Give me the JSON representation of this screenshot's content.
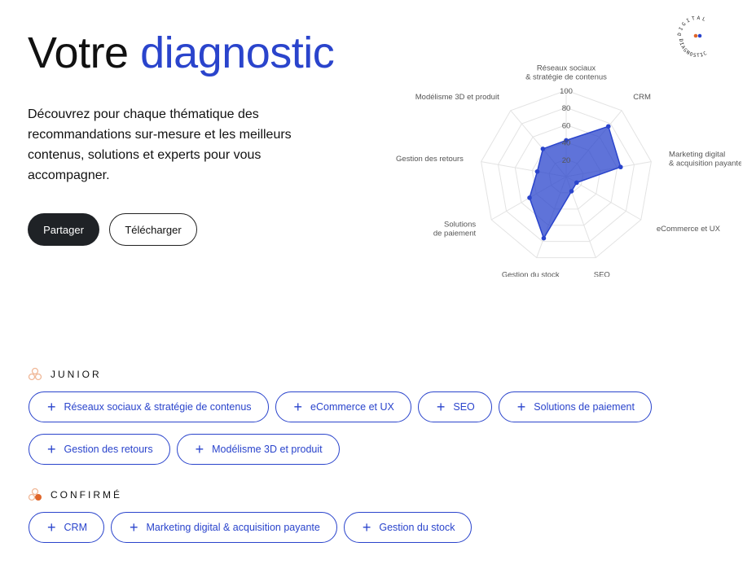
{
  "header": {
    "title_plain": "Votre ",
    "title_accent": "diagnostic",
    "intro": "Découvrez pour chaque thématique des recommandations sur-mesure et les meilleurs contenus, solutions et experts pour vous accompagner.",
    "share_label": "Partager",
    "download_label": "Télécharger"
  },
  "logo": {
    "text_top": "DIGITAL",
    "text_bottom": "DIAGNOSTIC",
    "colors": [
      "#e0662a",
      "#2a44cc"
    ]
  },
  "chart_data": {
    "type": "radar",
    "axes": [
      [
        "Réseaux sociaux",
        "& stratégie de contenus"
      ],
      [
        "CRM"
      ],
      [
        "Marketing digital",
        "& acquisition payante"
      ],
      [
        "eCommerce et UX"
      ],
      [
        "SEO"
      ],
      [
        "Gestion du stock"
      ],
      [
        "Solutions",
        "de paiement"
      ],
      [
        "Gestion des retours"
      ],
      [
        "Modélisme 3D et produit"
      ]
    ],
    "values": [
      42,
      76,
      64,
      14,
      18,
      76,
      49,
      34,
      42
    ],
    "ticks": [
      "20",
      "40",
      "60",
      "80",
      "100"
    ],
    "range": [
      0,
      100
    ],
    "color": "#2a44cc"
  },
  "levels": [
    {
      "label": "JUNIOR",
      "items": [
        "Réseaux sociaux & stratégie de contenus",
        "eCommerce et UX",
        "SEO",
        "Solutions de paiement",
        "Gestion des retours",
        "Modélisme 3D et produit"
      ]
    },
    {
      "label": "CONFIRMÉ",
      "items": [
        "CRM",
        "Marketing digital & acquisition payante",
        "Gestion du stock"
      ]
    }
  ]
}
